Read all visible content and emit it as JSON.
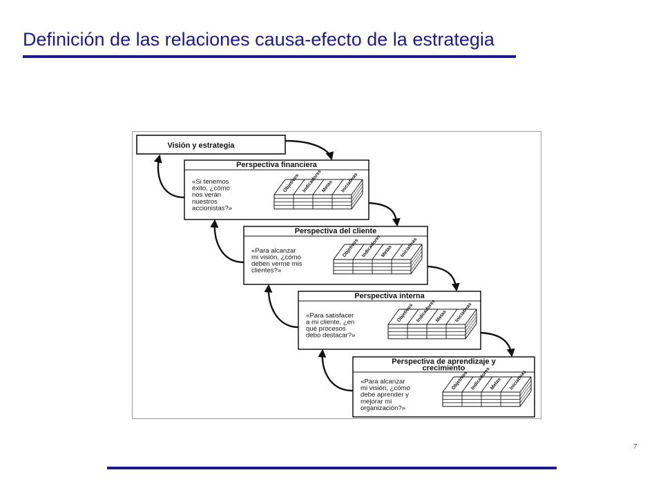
{
  "title": "Definición de las relaciones causa-efecto de la estrategia",
  "page_number": "7",
  "colors": {
    "title": "#1a1a8c",
    "rules": "#1a1a8c",
    "ink": "#111111"
  },
  "diagram": {
    "vision_label": "Visión y estrategia",
    "column_labels": [
      "Objetivos",
      "Indicadores",
      "Metas",
      "Iniciativas"
    ],
    "perspectives": [
      {
        "title": "Perspectiva financiera",
        "question": [
          "«Si tenemos",
          "éxito, ¿cómo",
          "nos verán",
          "nuestros",
          "accionistas?»"
        ]
      },
      {
        "title": "Perspectiva del cliente",
        "question": [
          "«Para alcanzar",
          "mi visión, ¿cómo",
          "deben verme mis",
          "clientes?»"
        ]
      },
      {
        "title": "Perspectiva interna",
        "question": [
          "«Para satisfacer",
          "a mi cliente, ¿en",
          "qué procesos",
          "debo destacar?»"
        ]
      },
      {
        "title": "Perspectiva de aprendizaje y crecimiento",
        "title_lines": [
          "Perspectiva de aprendizaje y",
          "crecimiento"
        ],
        "question": [
          "«Para alcanzar",
          "mi visión, ¿cómo",
          "debe aprender y",
          "mejorar mi",
          "organización?»"
        ]
      }
    ]
  }
}
